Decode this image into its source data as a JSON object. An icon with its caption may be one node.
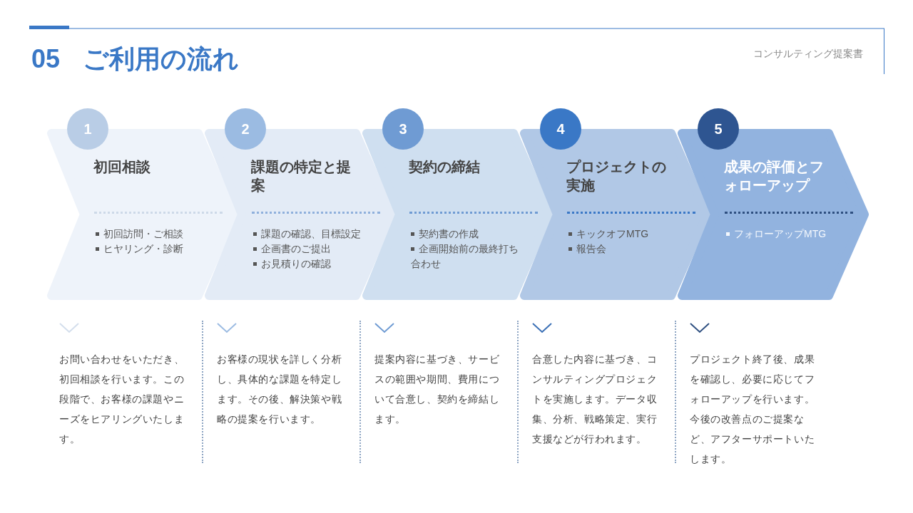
{
  "diagram": {
    "title": "05 ご利用の流れ",
    "nodes": [
      {
        "text": [
          "1",
          "初回相談",
          "初回訪問・ご相談",
          "ヒヤリング・診断"
        ]
      },
      {
        "text": [
          "2",
          "課題の特定と提案",
          "課題の確認、目標設定",
          "企画書のご提出",
          "お見積りの確認"
        ]
      },
      {
        "text": [
          "3",
          "契約の締結",
          "契約書の作成",
          "企画開始前の最終打ち合わせ"
        ]
      },
      {
        "text": [
          "4",
          "プロジェクトの実施",
          "キックオフMTG",
          "報告会"
        ]
      },
      {
        "text": [
          "5",
          "成果の評価とフォローアップ",
          "フォローアップMTG"
        ]
      }
    ],
    "labels": [
      "コンサルティング提案書",
      "お問い合わせをいただき、初回相談を行います。この段階で、お客様の課題やニーズをヒアリングいたします。",
      "お客様の現状を詳しく分析し、具体的な課題を特定します。その後、解決策や戦略の提案を行います。",
      "提案内容に基づき、サービスの範囲や期間、費用について合意し、契約を締結します。",
      "合意した内容に基づき、コンサルティングプロジェクトを実施します。データ収集、分析、戦略策定、実行支援などが行われます。",
      "プロジェクト終了後、成果を確認し、必要に応じてフォローアップを行います。今後の改善点のご提案など、アフターサポートいたします。"
    ]
  }
}
